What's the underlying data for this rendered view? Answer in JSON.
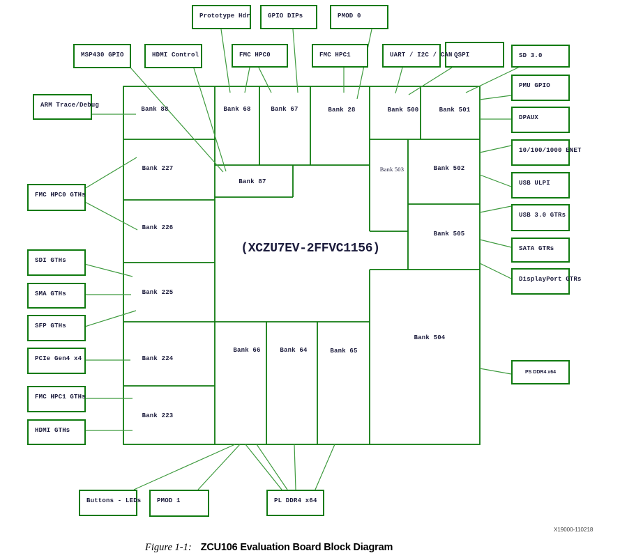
{
  "colors": {
    "bg": "#ffffff",
    "line": "#0f7a0f",
    "connector": "#3f9b3f",
    "text": "#1c1c3c",
    "caption": "#000000",
    "fignum": "#404040"
  },
  "callouts": {
    "prototype_hdr": "Prototype Hdr",
    "gpio_dips": "GPIO DIPs",
    "pmod0": "PMOD 0",
    "msp430_gpio": "MSP430 GPIO",
    "hdmi_control": "HDMI Control",
    "fmc_hpc0": "FMC HPC0",
    "fmc_hpc1": "FMC HPC1",
    "uart_i2c_can": "UART / I2C / CAN",
    "qspi": "QSPI",
    "sd30": "SD 3.0",
    "arm_trace_debug": "ARM Trace/Debug",
    "fmc_hpc0_gths": "FMC HPC0 GTHs",
    "sdi_gths": "SDI GTHs",
    "sma_gths": "SMA GTHs",
    "sfp_gths": "SFP GTHs",
    "pcie_gen4": "PCIe Gen4 x4",
    "fmc_hpc1_gths": "FMC HPC1 GTHs",
    "hdmi_gths": "HDMI GTHs",
    "pmu_gpio": "PMU GPIO",
    "dpaux": "DPAUX",
    "enet": "10/100/1000 ENET",
    "usb_ulpi": "USB ULPI",
    "usb3_gtrs": "USB 3.0 GTRs",
    "sata_gtrs": "SATA GTRs",
    "dp_gtrs": "DisplayPort GTRs",
    "ps_ddr4": "PS DDR4 x64",
    "buttons_leds": "Buttons - LEDs",
    "pmod1": "PMOD 1",
    "pl_ddr4": "PL DDR4 x64"
  },
  "banks": {
    "b88": "Bank 88",
    "b68": "Bank 68",
    "b67": "Bank 67",
    "b28": "Bank 28",
    "b500": "Bank 500",
    "b501": "Bank 501",
    "b227": "Bank 227",
    "b87": "Bank 87",
    "b503": "Bank 503",
    "b502": "Bank 502",
    "b226": "Bank 226",
    "b505": "Bank 505",
    "b225": "Bank 225",
    "b224": "Bank 224",
    "b66": "Bank 66",
    "b64": "Bank 64",
    "b65": "Bank 65",
    "b504": "Bank 504",
    "b223": "Bank 223"
  },
  "chip": {
    "part_label": "(XCZU7EV-2FFVC1156)"
  },
  "caption": {
    "figure_label": "Figure 1-1:",
    "title": "ZCU106 Evaluation Board Block Diagram"
  },
  "figure_number": "X19000-110218"
}
